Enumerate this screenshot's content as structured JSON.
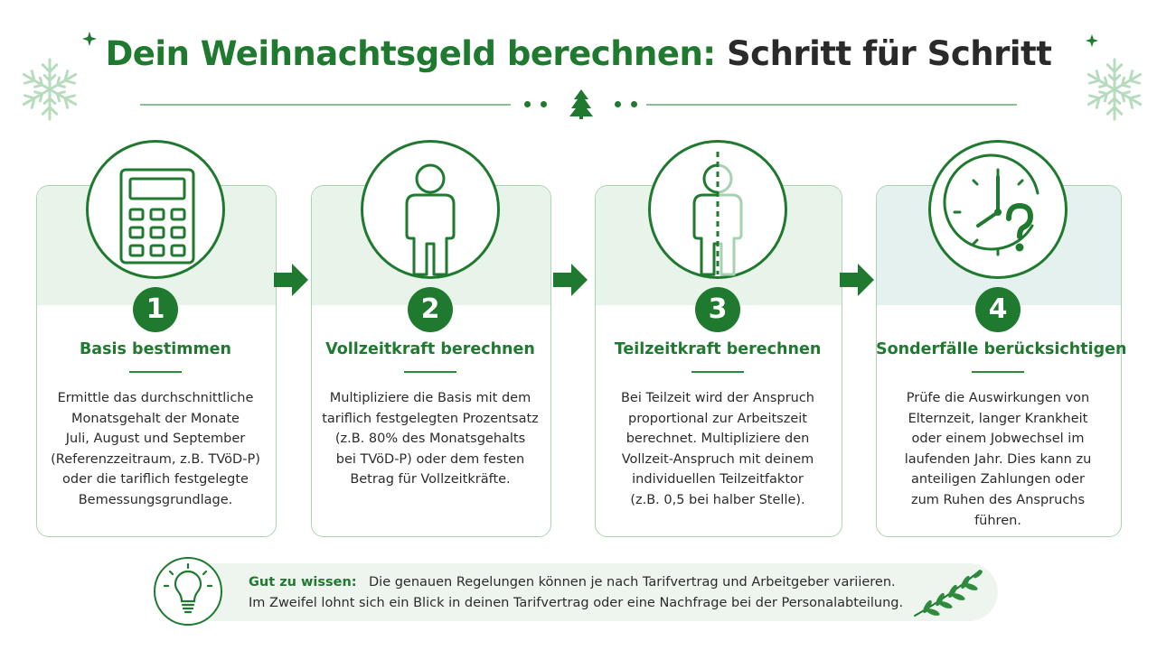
{
  "header": {
    "title_highlight": "Dein Weihnachtsgeld berechnen:",
    "title_rest": "Schritt für Schritt"
  },
  "steps": [
    {
      "number": "1",
      "title": "Basis bestimmen",
      "icon": "calculator-icon",
      "lines": [
        "Ermittle das durchschnittliche",
        "Monatsgehalt der Monate",
        "Juli, August und September",
        "(Referenzzeitraum, z.B. TVöD-P)",
        "oder die tariflich festgelegte",
        "Bemessungsgrundlage."
      ]
    },
    {
      "number": "2",
      "title": "Vollzeitkraft berechnen",
      "icon": "person-icon",
      "lines": [
        "Multipliziere die Basis mit dem",
        "tariflich festgelegten Prozentsatz",
        "(z.B. 80% des Monatsgehalts",
        "bei TVöD-P) oder dem festen",
        "Betrag für Vollzeitkräfte."
      ]
    },
    {
      "number": "3",
      "title": "Teilzeitkraft berechnen",
      "icon": "half-person-icon",
      "lines": [
        "Bei Teilzeit wird der Anspruch",
        "proportional zur Arbeitszeit",
        "berechnet. Multipliziere den",
        "Vollzeit-Anspruch mit deinem",
        "individuellen Teilzeitfaktor",
        "(z.B. 0,5 bei halber Stelle)."
      ]
    },
    {
      "number": "4",
      "title": "Sonderfälle berücksichtigen",
      "icon": "clock-question-icon",
      "lines": [
        "Prüfe die Auswirkungen von",
        "Elternzeit, langer Krankheit",
        "oder einem Jobwechsel im",
        "laufenden Jahr. Dies kann zu",
        "anteiligen Zahlungen oder",
        "zum Ruhen des Anspruchs",
        "führen."
      ]
    }
  ],
  "tip": {
    "label": "Gut zu wissen:",
    "line1": "Die genauen Regelungen können je nach Tarifvertrag und Arbeitgeber variieren.",
    "line2": "Im Zweifel lohnt sich ein Blick in deinen Tarifvertrag oder eine Nachfrage bei der Personalabteilung.",
    "icon": "lightbulb-icon"
  },
  "colors": {
    "accent": "#1f7a2f",
    "band": "#e8f4ea",
    "card_border": "#a9d5b0",
    "decor": "#a7d2b0"
  }
}
